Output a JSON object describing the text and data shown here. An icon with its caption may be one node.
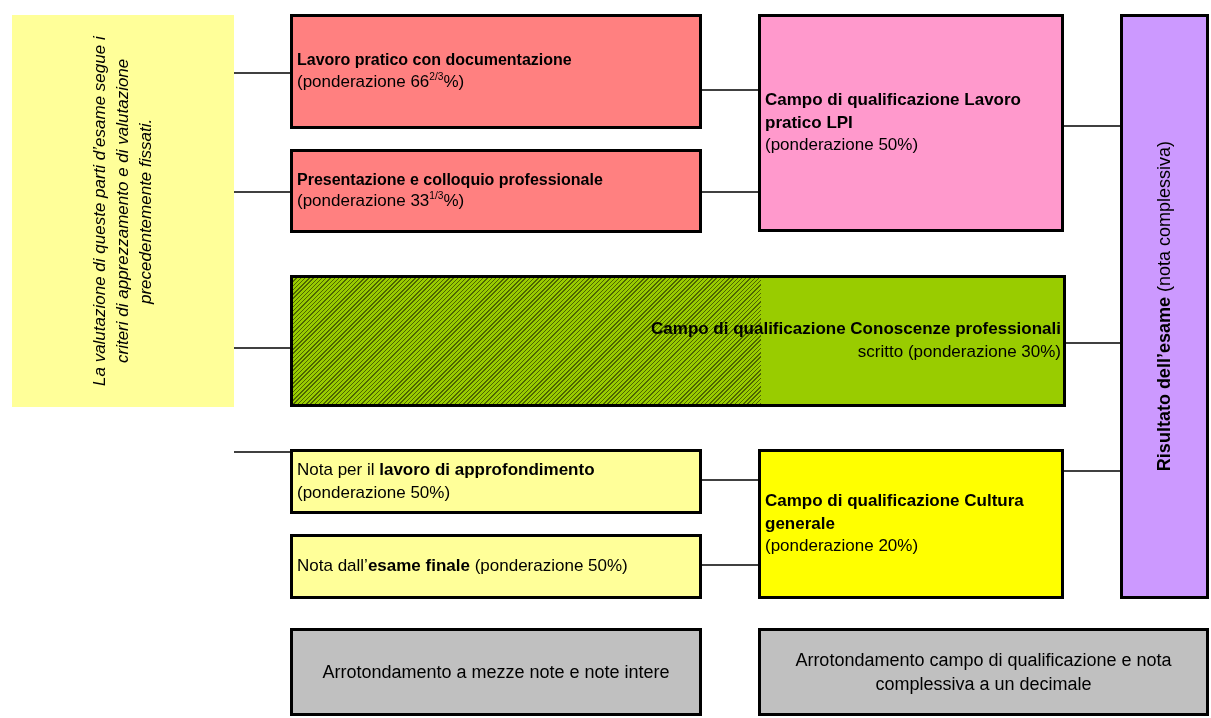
{
  "diagram": {
    "nodes": [
      {
        "text": [
          "La valutazione di queste parti d’esame segue i criteri di apprezzamento e di valutazione precedentemente fissati."
        ]
      },
      {
        "text": [
          "Lavoro pratico con documentazione",
          "(ponderazione 66$^{2/3}$%)"
        ]
      },
      {
        "text": [
          "Presentazione e colloquio professionale",
          "(ponderazione 33$^{1/3}$%)"
        ]
      },
      {
        "text": [
          "Campo di qualificazione Conoscenze professionali",
          "scritto (ponderazione 30%)"
        ]
      },
      {
        "text": [
          "Campo di qualificazione Lavoro pratico LPI",
          "(ponderazione 50%)"
        ]
      },
      {
        "text": [
          "Nota per il **lavoro di approfondimento**",
          "(ponderazione 50%)"
        ]
      },
      {
        "text": [
          "Nota dall’**esame finale** (ponderazione 50%)"
        ]
      },
      {
        "text": [
          "Campo di qualificazione Cultura generale",
          "(ponderazione 20%)"
        ]
      },
      {
        "text": [
          "**Risultato dell’esame** (nota complessiva)"
        ]
      },
      {
        "text": [
          "Arrotondamento a mezze note e note intere"
        ]
      },
      {
        "text": [
          "Arrotondamento campo di qualificazione e nota complessiva a un decimale"
        ]
      }
    ],
    "edges": [
      {
        "from": 0,
        "to": 1,
        "arrow": "none"
      },
      {
        "from": 0,
        "to": 2,
        "arrow": "none"
      },
      {
        "from": 0,
        "to": 3,
        "arrow": "none"
      },
      {
        "from": 0,
        "to": 5,
        "arrow": "none"
      },
      {
        "from": 1,
        "to": 4,
        "arrow": "none"
      },
      {
        "from": 2,
        "to": 4,
        "arrow": "none"
      },
      {
        "from": 4,
        "to": 8,
        "arrow": "none"
      },
      {
        "from": 3,
        "to": 8,
        "arrow": "none"
      },
      {
        "from": 5,
        "to": 7,
        "arrow": "none"
      },
      {
        "from": 6,
        "to": 7,
        "arrow": "none"
      },
      {
        "from": 7,
        "to": 8,
        "arrow": "none"
      }
    ]
  }
}
